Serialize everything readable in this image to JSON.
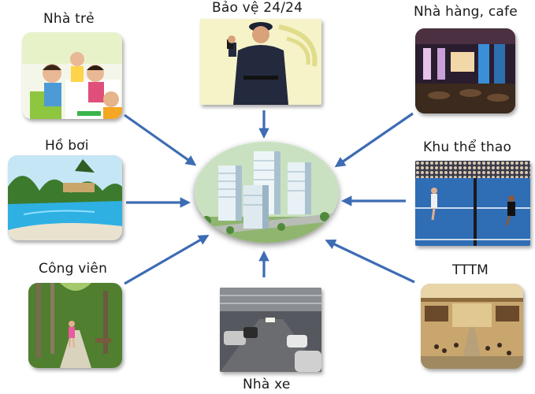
{
  "center": {
    "image": "apartment-complex-image"
  },
  "amenities": {
    "nursery": "Nhà trẻ",
    "security": "Bảo vệ 24/24",
    "restaurant": "Nhà hàng, cafe",
    "pool": "Hồ bơi",
    "sports": "Khu thể thao",
    "park": "Công viên",
    "mall": "TTTM",
    "parking": "Nhà xe"
  },
  "colors": {
    "arrow": "#3d6cb3",
    "label": "#1a1a1a"
  }
}
